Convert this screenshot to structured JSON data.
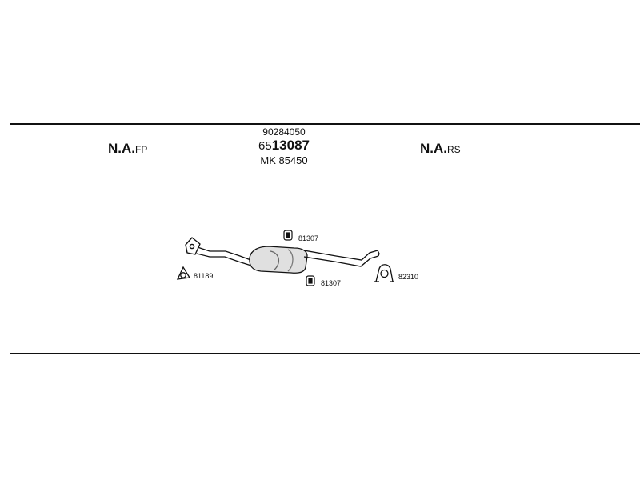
{
  "header": {
    "front_label": "N.A.",
    "front_suffix": "FP",
    "rear_label": "N.A.",
    "rear_suffix": "RS",
    "oe_number": "90284050",
    "main_part_prefix": "65",
    "main_part_number": "13087",
    "mk_number": "MK 85450"
  },
  "parts": {
    "gasket_front": "81189",
    "rubber_mount_top": "81307",
    "rubber_mount_bottom": "81307",
    "clamp_rear": "82310"
  }
}
